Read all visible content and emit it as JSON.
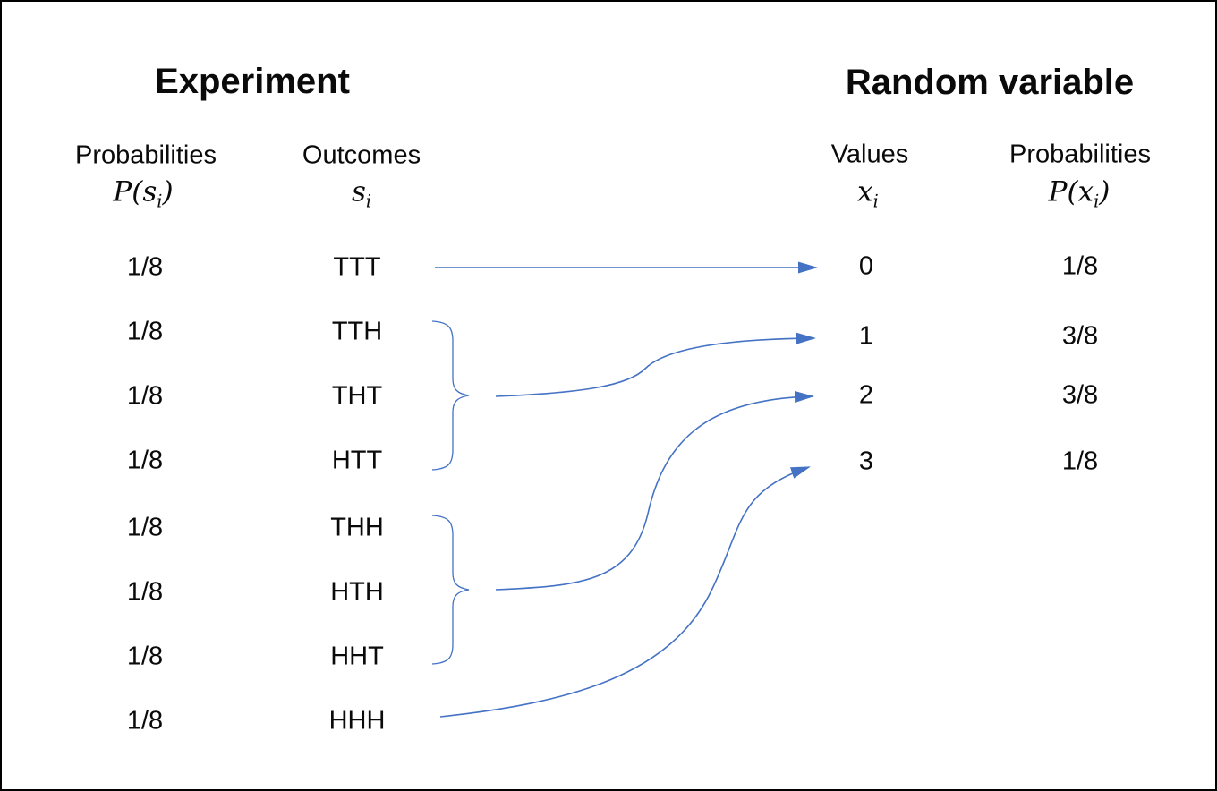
{
  "experiment": {
    "title": "Experiment",
    "prob_header": "Probabilities",
    "prob_symbol": {
      "pre": "P(s",
      "sub": "i",
      "post": ")"
    },
    "outcome_header": "Outcomes",
    "outcome_symbol": {
      "pre": "s",
      "sub": "i",
      "post": ""
    },
    "rows": [
      {
        "probability": "1/8",
        "outcome": "TTT"
      },
      {
        "probability": "1/8",
        "outcome": "TTH"
      },
      {
        "probability": "1/8",
        "outcome": "THT"
      },
      {
        "probability": "1/8",
        "outcome": "HTT"
      },
      {
        "probability": "1/8",
        "outcome": "THH"
      },
      {
        "probability": "1/8",
        "outcome": "HTH"
      },
      {
        "probability": "1/8",
        "outcome": "HHT"
      },
      {
        "probability": "1/8",
        "outcome": "HHH"
      }
    ]
  },
  "random_variable": {
    "title": "Random variable",
    "value_header": "Values",
    "value_symbol": {
      "pre": "x",
      "sub": "i",
      "post": ""
    },
    "prob_header": "Probabilities",
    "prob_symbol": {
      "pre": "P(x",
      "sub": "i",
      "post": ")"
    },
    "rows": [
      {
        "value": "0",
        "probability": "1/8"
      },
      {
        "value": "1",
        "probability": "3/8"
      },
      {
        "value": "2",
        "probability": "3/8"
      },
      {
        "value": "3",
        "probability": "1/8"
      }
    ]
  },
  "mappings": [
    {
      "outcomes": [
        "TTT"
      ],
      "value": "0"
    },
    {
      "outcomes": [
        "TTH",
        "THT",
        "HTT"
      ],
      "value": "1"
    },
    {
      "outcomes": [
        "THH",
        "HTH",
        "HHT"
      ],
      "value": "2"
    },
    {
      "outcomes": [
        "HHH"
      ],
      "value": "3"
    }
  ],
  "colors": {
    "connector": "#4472C4",
    "text": "#000000",
    "border": "#000000",
    "background": "#FFFFFF"
  }
}
